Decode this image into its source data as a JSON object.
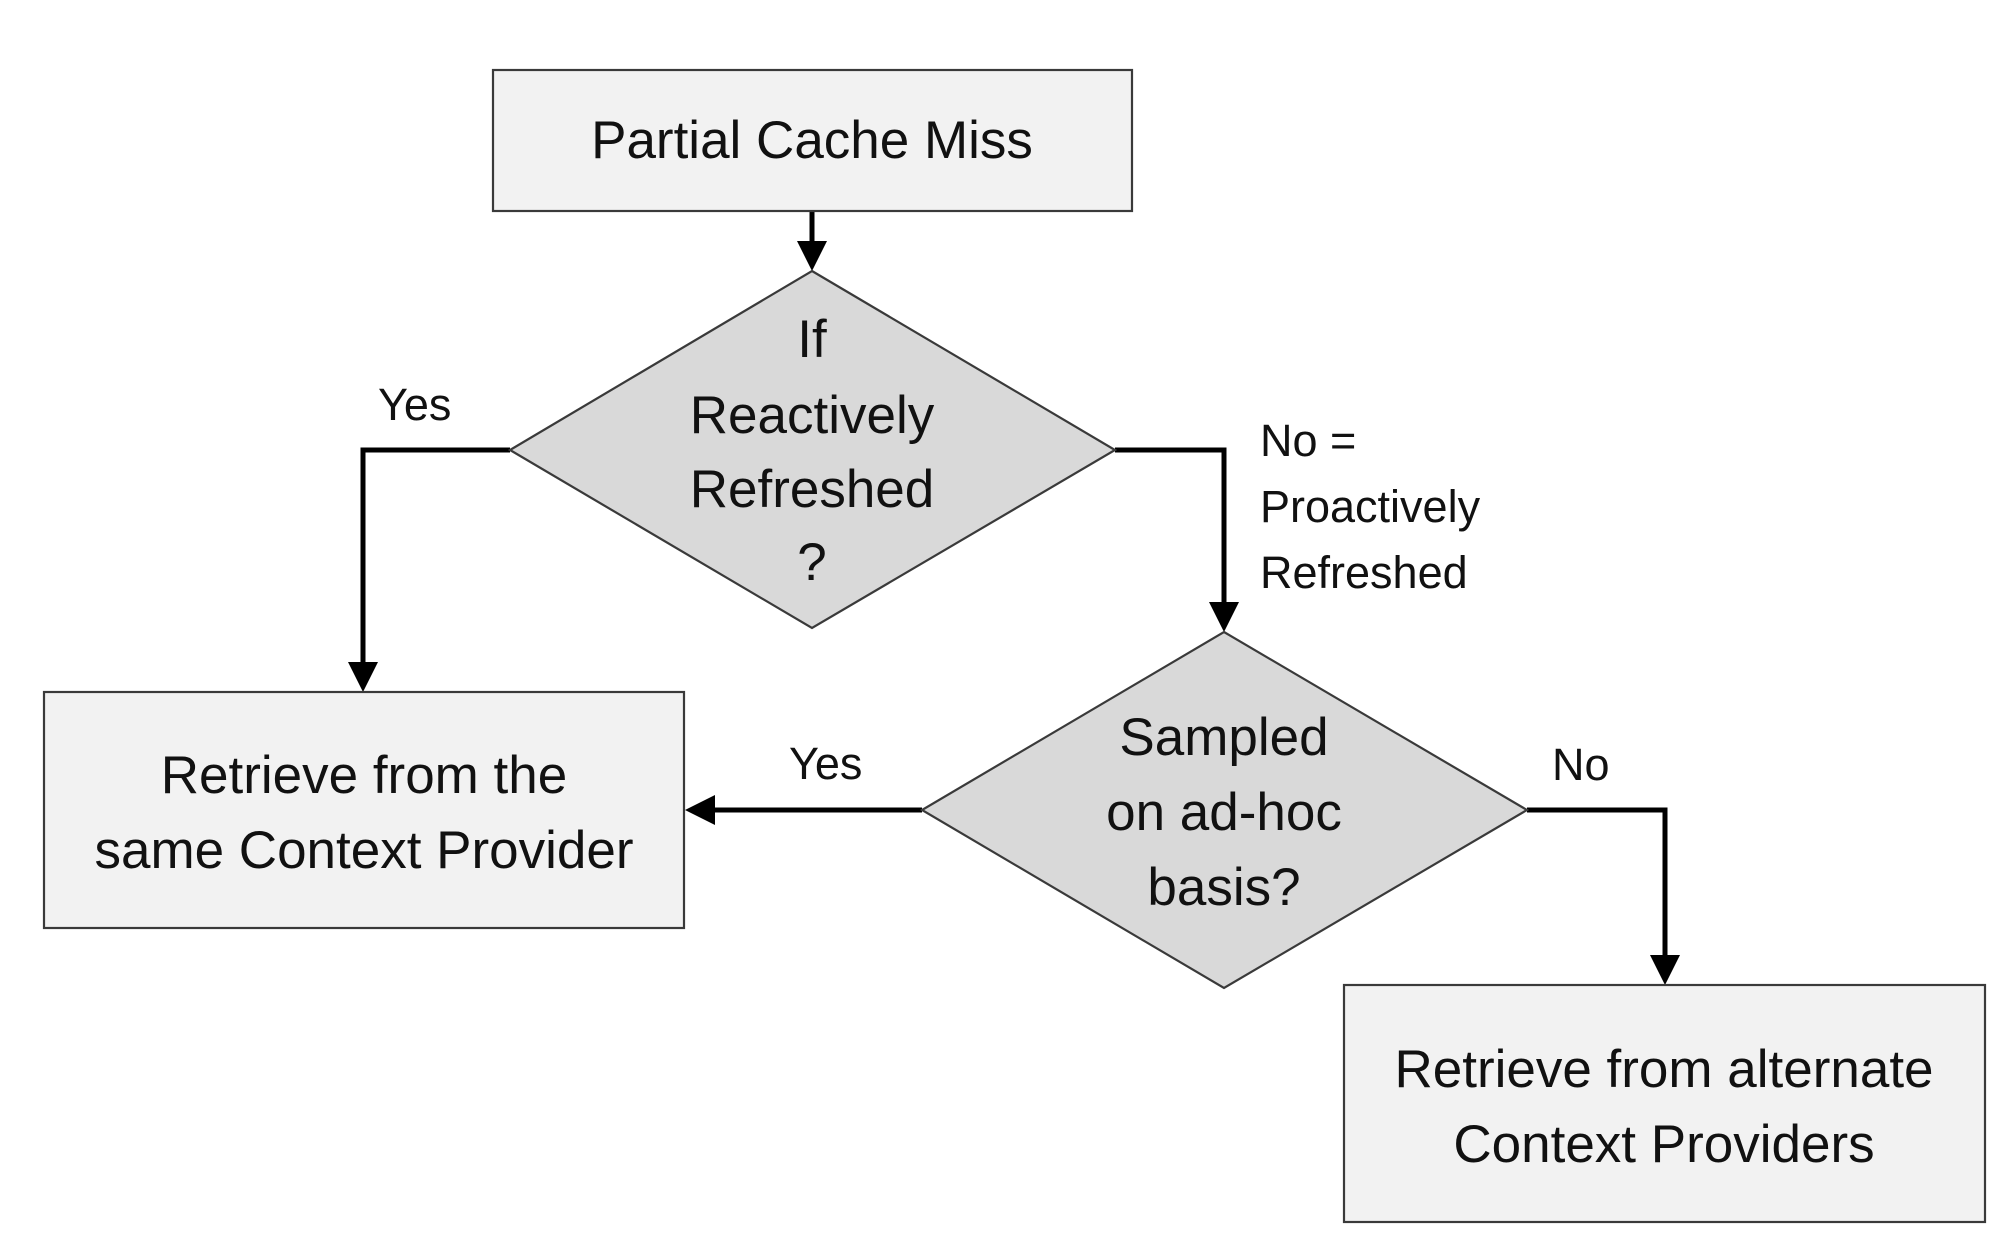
{
  "nodes": {
    "start": {
      "text": "Partial Cache Miss"
    },
    "decision_reactive": {
      "lines": [
        "If",
        "Reactively",
        "Refreshed",
        "?"
      ]
    },
    "decision_sampled": {
      "lines": [
        "Sampled",
        "on ad-hoc",
        "basis?"
      ]
    },
    "retrieve_same": {
      "lines": [
        "Retrieve from the",
        "same Context Provider"
      ]
    },
    "retrieve_alternate": {
      "lines": [
        "Retrieve from alternate",
        "Context Providers"
      ]
    }
  },
  "edges": {
    "reactive_yes": {
      "label": "Yes"
    },
    "reactive_no": {
      "lines": [
        "No =",
        "Proactively",
        "Refreshed"
      ]
    },
    "sampled_yes": {
      "label": "Yes"
    },
    "sampled_no": {
      "label": "No"
    }
  },
  "colors": {
    "process_fill": "#f2f2f2",
    "decision_fill": "#d9d9d9",
    "border": "#3a3a3a",
    "arrow": "#000000"
  }
}
